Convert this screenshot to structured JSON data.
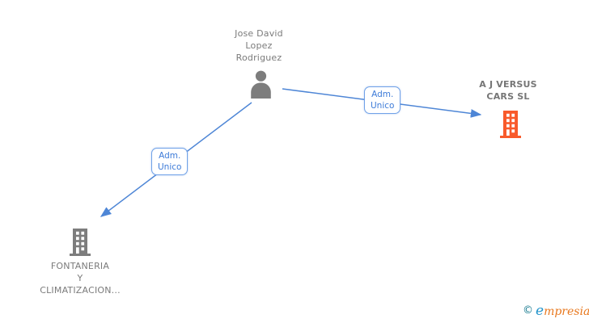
{
  "diagram": {
    "type": "ownership-graph",
    "person": {
      "name": "Jose David Lopez Rodriguez",
      "name_lines": [
        "Jose David",
        "Lopez",
        "Rodriguez"
      ],
      "icon": "person-icon",
      "icon_color": "#7d7d7d"
    },
    "companies": [
      {
        "name": "A J VERSUS CARS SL",
        "name_lines": [
          "A J VERSUS",
          "CARS SL"
        ],
        "icon": "building-icon",
        "icon_color": "#f85a2b"
      },
      {
        "name": "FONTANERIA Y CLIMATIZACION...",
        "name_lines": [
          "FONTANERIA",
          "Y",
          "CLIMATIZACION..."
        ],
        "icon": "building-icon",
        "icon_color": "#7d7d7d"
      }
    ],
    "edges": [
      {
        "from": "Jose David Lopez Rodriguez",
        "to": "A J VERSUS CARS SL",
        "label": "Adm. Unico",
        "label_lines": [
          "Adm.",
          "Unico"
        ]
      },
      {
        "from": "Jose David Lopez Rodriguez",
        "to": "FONTANERIA Y CLIMATIZACION...",
        "label": "Adm. Unico",
        "label_lines": [
          "Adm.",
          "Unico"
        ]
      }
    ]
  },
  "watermark": {
    "copyright_symbol": "©",
    "brand": "Empresia",
    "brand_initial": "e",
    "brand_rest": "mpresia"
  },
  "colors": {
    "edge": "#4e86d6",
    "edge_label_border": "#71a2e8",
    "edge_label_text": "#3d7bd8",
    "person_icon": "#7d7d7d",
    "person_name_text": "#7b7b7b",
    "company_name_text": "#767676",
    "company_muted_text": "#7b7b7b",
    "company_accent": "#f85a2b",
    "watermark_copyright": "#15798f",
    "watermark_initial": "#2495cc",
    "watermark_rest": "#e8781e",
    "background": "#ffffff"
  }
}
